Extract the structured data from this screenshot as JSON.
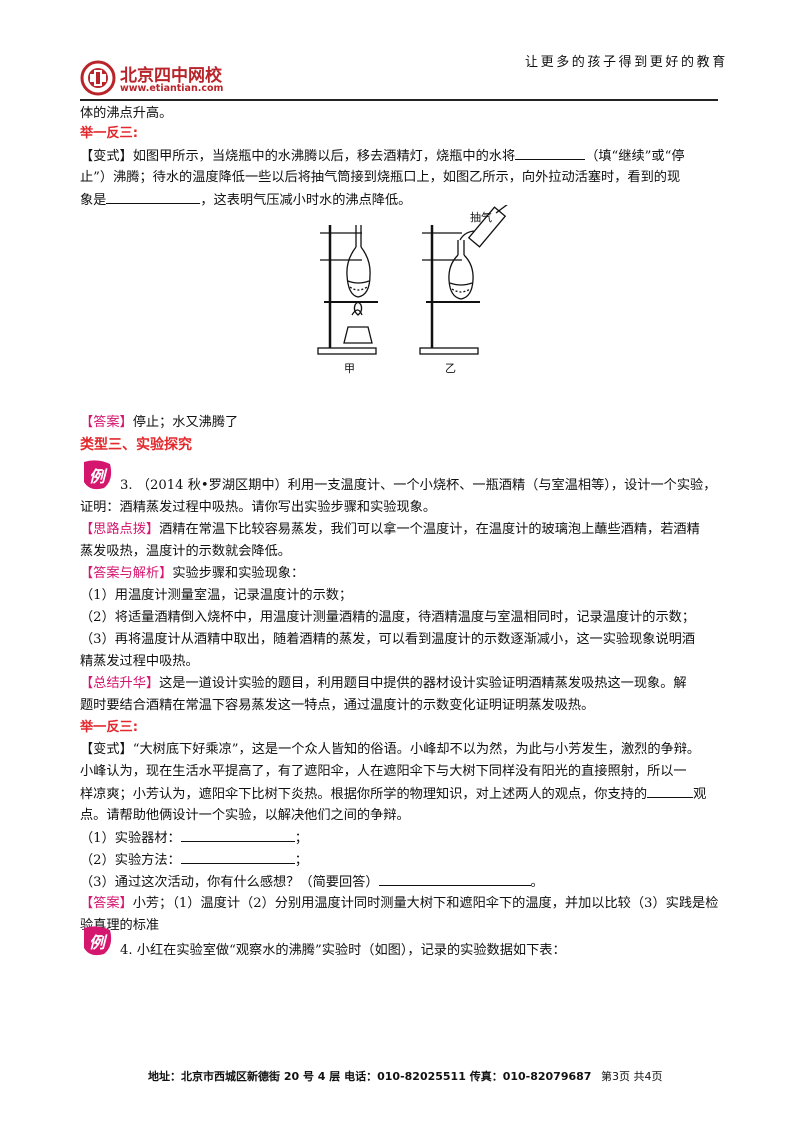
{
  "header": {
    "logo_cn": "北京四中网校",
    "logo_url": "www.etiantian.com",
    "slogan": "让更多的孩子得到更好的教育"
  },
  "lines": {
    "l1": "体的沸点升高。",
    "l2": "举一反三:",
    "l3a_tag": "【变式】",
    "l3a": "如图甲所示，当烧瓶中的水沸腾以后，移去酒精灯，烧瓶中的水将",
    "l3b": "（填“继续”或“停",
    "l4a": "止”）沸腾；待水的温度降低一些以后将抽气筒接到烧瓶口上，如图乙所示，向外拉动活塞时，看到的现",
    "l5a": "象是",
    "l5b": "，这表明气压减小时水的沸点降低。",
    "fig_pump": "抽气",
    "fig_a": "甲",
    "fig_b": "乙",
    "ans1_tag": "【答案】",
    "ans1": "停止；水又沸腾了",
    "sec3": "类型三、实验探究",
    "ex_label": "例",
    "q3a": "3. （2014 秋•罗湖区期中）利用一支温度计、一个小烧杯、一瓶酒精（与室温相等），设计一个实验，",
    "q3b": "证明：酒精蒸发过程中吸热。请你写出实验步骤和实验现象。",
    "hint_tag": "【思路点拨】",
    "hint_a": "酒精在常温下比较容易蒸发，我们可以拿一个温度计，在温度计的玻璃泡上蘸些酒精，若酒精",
    "hint_b": "蒸发吸热，温度计的示数就会降低。",
    "ae_tag": "【答案与解析】",
    "ae": "实验步骤和实验现象：",
    "s1": "（1）用温度计测量室温，记录温度计的示数；",
    "s2": "（2）将适量酒精倒入烧杯中，用温度计测量酒精的温度，待酒精温度与室温相同时，记录温度计的示数；",
    "s3a": "（3）再将温度计从酒精中取出，随着酒精的蒸发，可以看到温度计的示数逐渐减小，这一实验现象说明酒",
    "s3b": "精蒸发过程中吸热。",
    "sum_tag": "【总结升华】",
    "sum_a": "这是一道设计实验的题目，利用题目中提供的器材设计实验证明酒精蒸发吸热这一现象。解",
    "sum_b": "题时要结合酒精在常温下容易蒸发这一特点，通过温度计的示数变化证明证明蒸发吸热。",
    "l2b": "举一反三:",
    "v2_tag": "【变式】",
    "v2a": "“大树底下好乘凉”，这是一个众人皆知的俗语。小峰却不以为然，为此与小芳发生，激烈的争辩。",
    "v2b": "小峰认为，现在生活水平提高了，有了遮阳伞，人在遮阳伞下与大树下同样没有阳光的直接照射，所以一",
    "v2c": "样凉爽；小芳认为，遮阳伞下比树下炎热。根据你所学的物理知识，对上述两人的观点，你支持的",
    "v2c2": "观",
    "v2d": "点。请帮助他俩设计一个实验，以解决他们之间的争辩。",
    "v2e": "（1）实验器材：",
    "v2e2": "；",
    "v2f": "（2）实验方法：",
    "v2f2": "；",
    "v2g": "（3）通过这次活动，你有什么感想？（简要回答）",
    "v2g2": "。",
    "ans2_tag": "【答案】",
    "ans2a": "小芳；（1）温度计（2）分别用温度计同时测量大树下和遮阳伞下的温度，并加以比较（3）实践是检",
    "ans2b": "验真理的标准",
    "q4": "4. 小红在实验室做“观察水的沸腾”实验时（如图），记录的实验数据如下表："
  },
  "footer": {
    "address": "地址：北京市西城区新德街 20 号 4 层  电话：010-82025511  传真：010-82079687",
    "page": "第3页  共4页"
  },
  "colors": {
    "accent": "#d4166f",
    "section": "#e2282c",
    "logo": "#b8242a"
  }
}
